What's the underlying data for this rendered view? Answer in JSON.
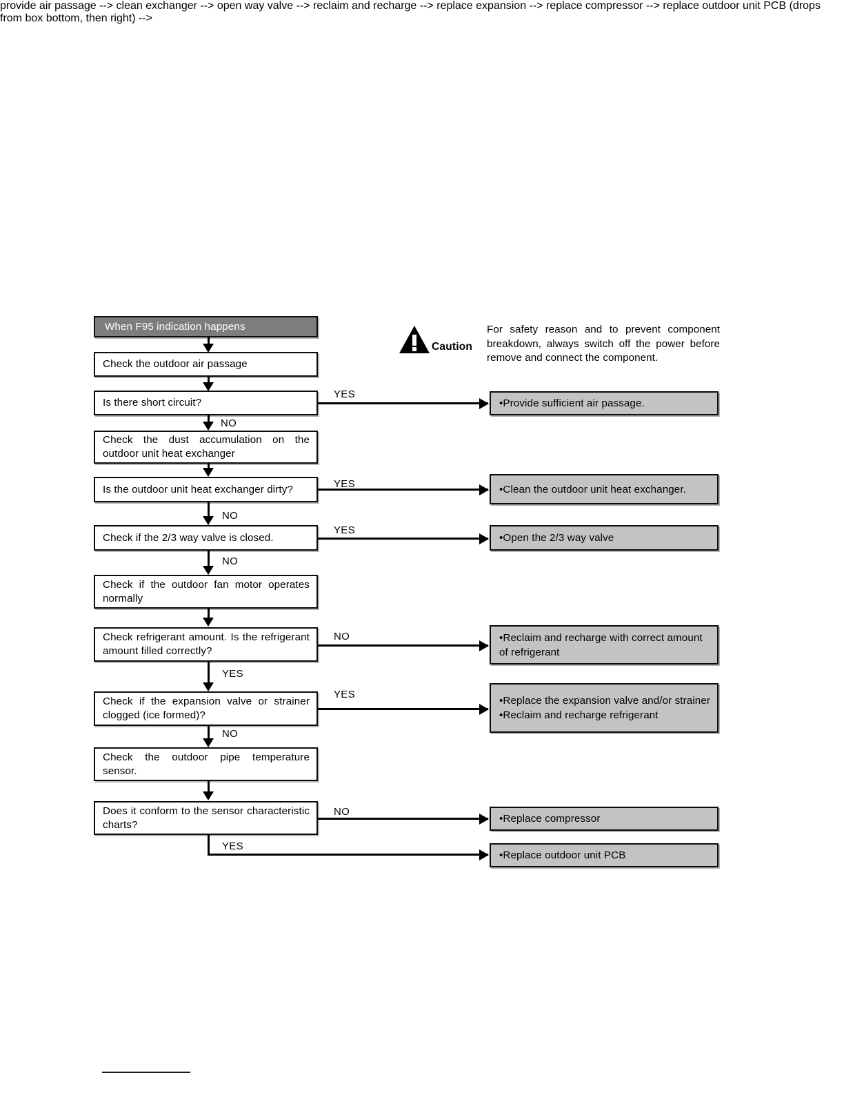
{
  "document": {
    "type": "troubleshooting-flowchart",
    "title": "When F95 indication happens"
  },
  "caution": {
    "icon": "warning-triangle-icon",
    "label": "Caution",
    "text": "For safety reason and to prevent component breakdown, always switch off the power before remove and connect the component."
  },
  "flow": {
    "start": {
      "label": "When F95 indication happens"
    },
    "steps": [
      {
        "id": "check-air-passage",
        "label": "Check the outdoor air passage"
      },
      {
        "id": "short-circuit",
        "label": "Is there short circuit?"
      },
      {
        "id": "check-dust",
        "label": "Check the dust accumulation on the outdoor unit heat exchanger"
      },
      {
        "id": "exchanger-dirty",
        "label": "Is the outdoor unit heat exchanger dirty?"
      },
      {
        "id": "check-way-valve",
        "label": "Check if the 2/3 way valve is closed."
      },
      {
        "id": "check-fan-motor",
        "label": "Check if the outdoor fan motor operates normally"
      },
      {
        "id": "check-refrigerant",
        "label": "Check refrigerant amount. Is the refrigerant amount filled correctly?"
      },
      {
        "id": "check-expansion",
        "label": "Check if the expansion valve or strainer clogged (ice formed)?"
      },
      {
        "id": "check-pipe-sensor",
        "label": "Check the outdoor pipe temperature sensor."
      },
      {
        "id": "sensor-conform",
        "label": "Does it conform to the sensor characteristic charts?"
      }
    ],
    "actions": [
      {
        "id": "provide-air-passage",
        "lines": [
          "•Provide sufficient air passage."
        ]
      },
      {
        "id": "clean-exchanger",
        "lines": [
          "•Clean the outdoor unit heat exchanger."
        ]
      },
      {
        "id": "open-way-valve",
        "lines": [
          "•Open the 2/3 way valve"
        ]
      },
      {
        "id": "recharge-refrigerant",
        "lines": [
          "•Reclaim and recharge with correct amount of refrigerant"
        ]
      },
      {
        "id": "replace-expansion",
        "lines": [
          "•Replace the expansion valve and/or strainer",
          "•Reclaim and recharge refrigerant"
        ]
      },
      {
        "id": "replace-compressor",
        "lines": [
          "•Replace compressor"
        ]
      },
      {
        "id": "replace-pcb",
        "lines": [
          "•Replace outdoor unit PCB"
        ]
      }
    ],
    "branch_labels": {
      "yes": "YES",
      "no": "NO"
    },
    "branches": [
      {
        "from": "short-circuit",
        "label": "YES",
        "to": "provide-air-passage"
      },
      {
        "from": "short-circuit",
        "label": "NO",
        "to": "check-dust"
      },
      {
        "from": "exchanger-dirty",
        "label": "YES",
        "to": "clean-exchanger"
      },
      {
        "from": "exchanger-dirty",
        "label": "NO",
        "to": "check-way-valve"
      },
      {
        "from": "check-way-valve",
        "label": "YES",
        "to": "open-way-valve"
      },
      {
        "from": "check-way-valve",
        "label": "NO",
        "to": "check-fan-motor"
      },
      {
        "from": "check-refrigerant",
        "label": "NO",
        "to": "recharge-refrigerant"
      },
      {
        "from": "check-refrigerant",
        "label": "YES",
        "to": "check-expansion"
      },
      {
        "from": "check-expansion",
        "label": "YES",
        "to": "replace-expansion"
      },
      {
        "from": "check-expansion",
        "label": "NO",
        "to": "check-pipe-sensor"
      },
      {
        "from": "sensor-conform",
        "label": "NO",
        "to": "replace-compressor"
      },
      {
        "from": "sensor-conform",
        "label": "YES",
        "to": "replace-pcb"
      }
    ]
  },
  "colors": {
    "title_fill": "#7d7d7d",
    "action_fill": "#c3c3c3",
    "border": "#0b0b0b",
    "page_bg": "#ffffff"
  }
}
